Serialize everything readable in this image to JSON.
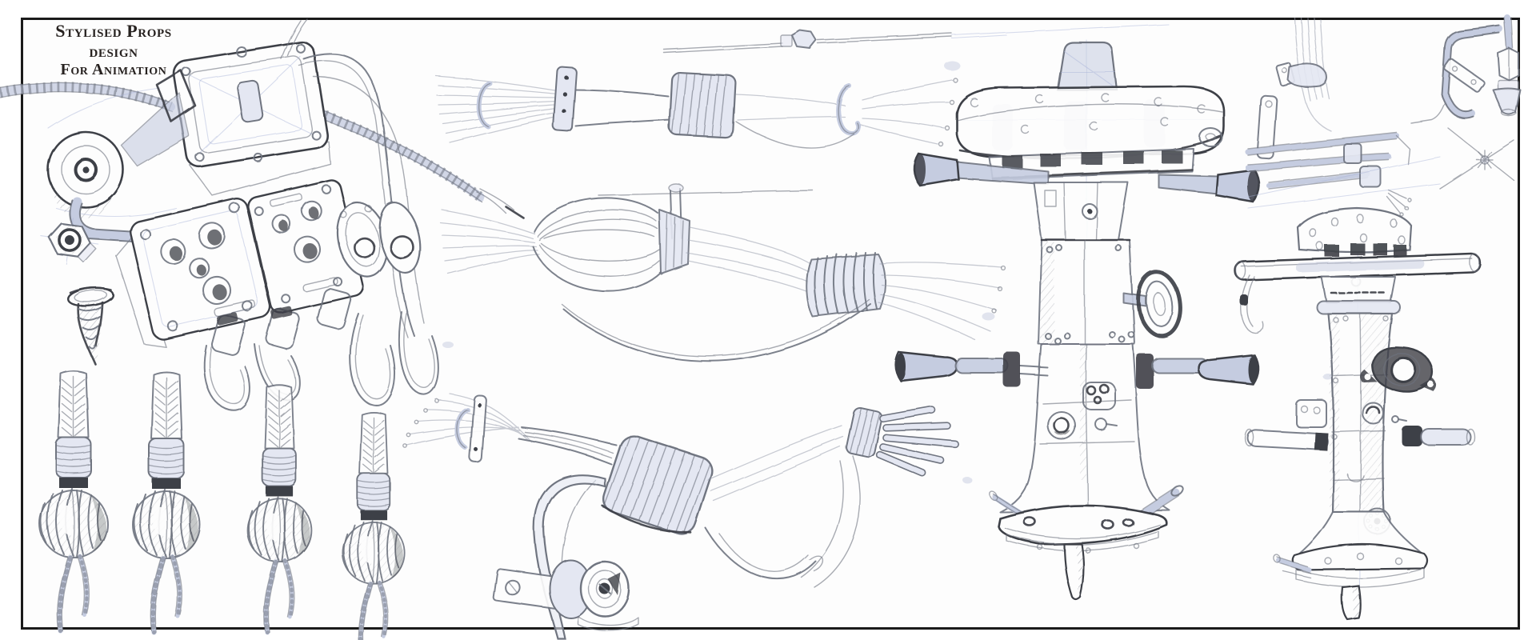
{
  "title": {
    "line1": "Stylised Props design",
    "line2": "For Animation"
  },
  "colors": {
    "paper": "#fdfdfd",
    "frame": "#1a1a1a",
    "title_ink": "#272220",
    "graphite": "#6f7480",
    "graphite_dark": "#3d3f46",
    "graphite_soft": "#9aa0ae",
    "wash": "#c5cce0",
    "wash_soft": "#e4e7f2",
    "blueprint": "#a7b2d8"
  },
  "sketches": [
    {
      "id": "conduit-cables",
      "label": "corrugated conduit cables"
    },
    {
      "id": "junction-box",
      "label": "junction box with bell and pipe handle"
    },
    {
      "id": "control-panels",
      "label": "control panel boxes with cable loops"
    },
    {
      "id": "hex-nut",
      "label": "hex nut study"
    },
    {
      "id": "screw",
      "label": "tapered screw study"
    },
    {
      "id": "rope-knots",
      "label": "four whipped rope knots"
    },
    {
      "id": "fiber-bundle-top",
      "label": "clamped fibre bundle"
    },
    {
      "id": "fiber-bundle-middle",
      "label": "spindle fibre bundle"
    },
    {
      "id": "fiber-bundle-bottom",
      "label": "bound fibre bundle with hook and grommet"
    },
    {
      "id": "pedestal-front",
      "label": "pedestal machine front view"
    },
    {
      "id": "pedestal-side",
      "label": "pedestal machine side view"
    },
    {
      "id": "pipework",
      "label": "pipework studies"
    }
  ]
}
